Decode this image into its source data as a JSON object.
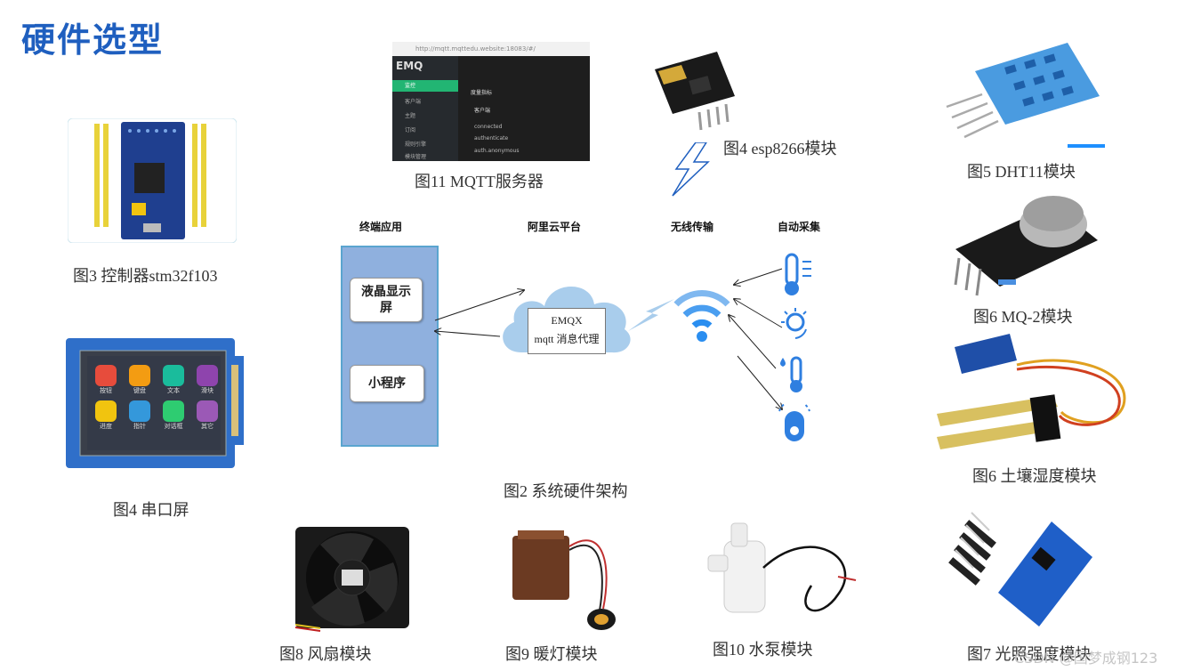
{
  "page": {
    "title": "硬件选型"
  },
  "captions": {
    "stm32": "图3  控制器stm32f103",
    "serial_screen": "图4  串口屏",
    "mqtt_server": "图11  MQTT服务器",
    "esp8266": "图4  esp8266模块",
    "dht11": "图5  DHT11模块",
    "mq2": "图6  MQ-2模块",
    "soil": "图6  土壤湿度模块",
    "system_arch": "图2  系统硬件架构",
    "fan": "图8  风扇模块",
    "heater": "图9  暖灯模块",
    "pump": "图10  水泵模块",
    "light": "图7  光照强度模块"
  },
  "watermark": "CSDN @国梦成钢123",
  "architecture": {
    "col_terminal": "终端应用",
    "col_cloud": "阿里云平台",
    "col_wireless": "无线传输",
    "col_collect": "自动采集",
    "lcd_label_1": "液晶显示",
    "lcd_label_2": "屏",
    "mini_program": "小程序",
    "emqx": "EMQX",
    "mqtt_broker": "mqtt 消息代理"
  },
  "mqtt_screenshot": {
    "url": "http://mqtt.mqttedu.website:18083/#/",
    "logo": "EMQ",
    "menu": [
      "监控",
      "客户端",
      "主题",
      "订阅",
      "规则引擎",
      "模块管理"
    ],
    "section": "度量指标",
    "tab": "客户端",
    "rows": [
      "connected",
      "authenticate",
      "auth.anonymous"
    ]
  },
  "screen_icons": [
    "按钮",
    "键盘",
    "文本",
    "滑块",
    "进度",
    "指针",
    "对话框",
    "其它"
  ],
  "colors": {
    "title": "#1f5fbf",
    "terminal_box": "#8fb0de",
    "wifi": "#2a8ef0",
    "sensor": "#2f7fe0"
  }
}
